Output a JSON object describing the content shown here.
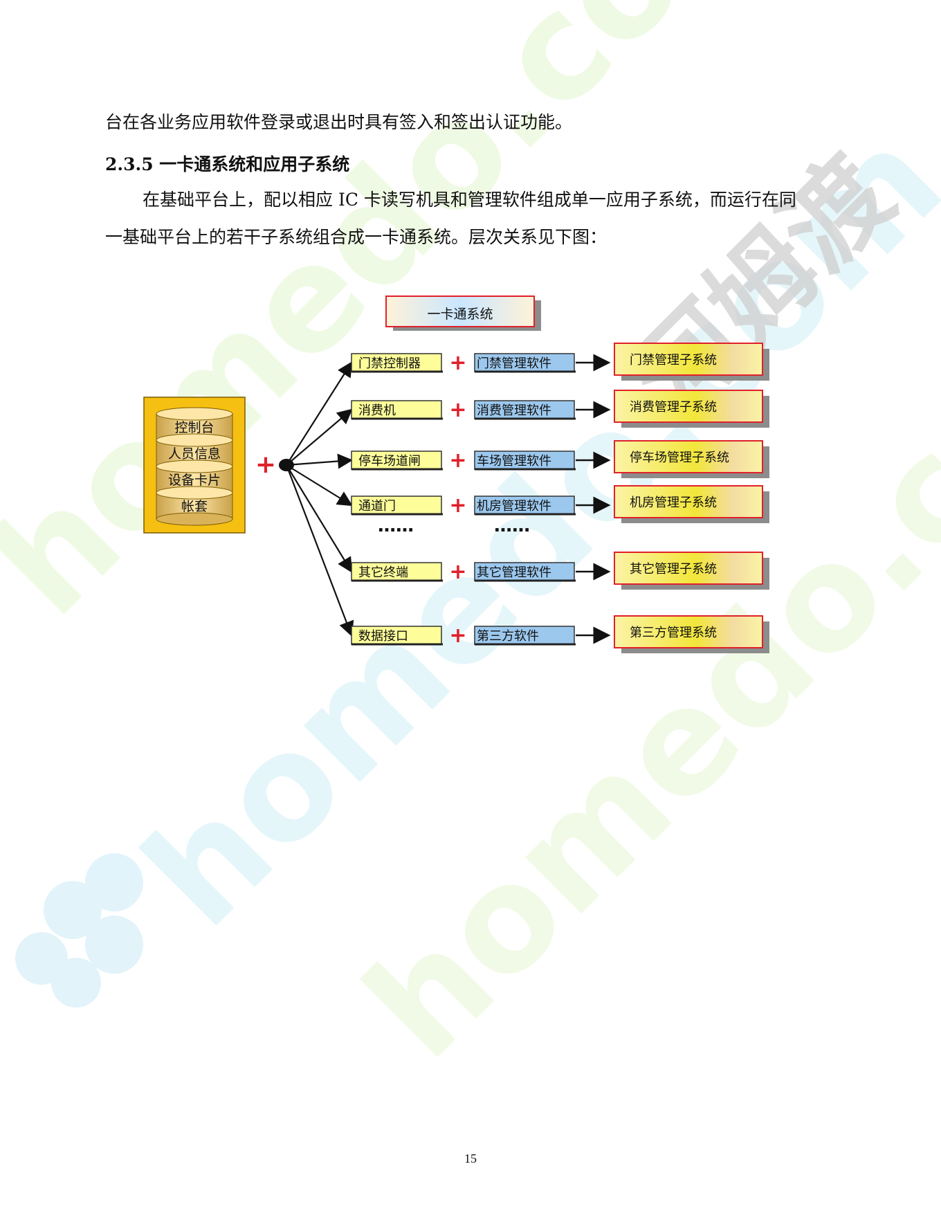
{
  "document": {
    "line_continuation": "台在各业务应用软件登录或退出时具有签入和签出认证功能。",
    "section_heading": "2.3.5 一卡通系统和应用子系统",
    "paragraph_line1": "在基础平台上，配以相应 IC 卡读写机具和管理软件组成单一应用子系统，而运行在同",
    "paragraph_line2": "一基础平台上的若干子系统组合成一卡通系统。层次关系见下图：",
    "page_number": "15"
  },
  "diagram": {
    "top_box": "一卡通系统",
    "base_layers": [
      "控制台",
      "人员信息",
      "设备卡片",
      "帐套"
    ],
    "plus_sign": "+",
    "ellipsis": "……",
    "rows": [
      {
        "device": "门禁控制器",
        "software": "门禁管理软件",
        "subsystem": "门禁管理子系统"
      },
      {
        "device": "消费机",
        "software": "消费管理软件",
        "subsystem": "消费管理子系统"
      },
      {
        "device": "停车场道闸",
        "software": "车场管理软件",
        "subsystem": "停车场管理子系统"
      },
      {
        "device": "通道门",
        "software": "机房管理软件",
        "subsystem": "机房管理子系统"
      },
      {
        "device": "其它终端",
        "software": "其它管理软件",
        "subsystem": "其它管理子系统"
      },
      {
        "device": "数据接口",
        "software": "第三方软件",
        "subsystem": "第三方管理系统"
      }
    ]
  },
  "watermark": {
    "text": "homedo.com",
    "brand": "河姆渡"
  },
  "colors": {
    "yellow_fill": "#fdfd9a",
    "blue_fill": "#9cc8ee",
    "orange_fill": "#f6c012",
    "red_accent": "#e0202a",
    "shadow": "#8c8c8c"
  }
}
